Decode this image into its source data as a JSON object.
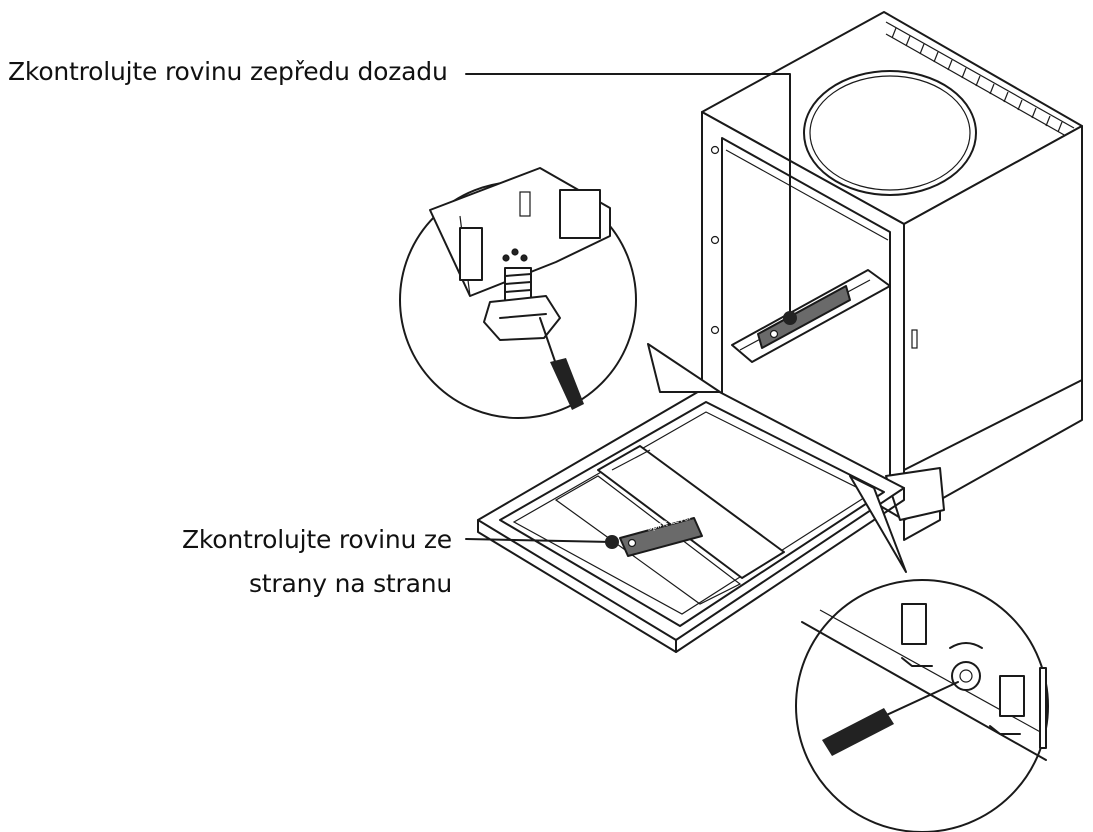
{
  "annotations": {
    "front_to_back": "Zkontrolujte rovinu zepředu dozadu",
    "side_to_side_line1": "Zkontrolujte rovinu ze",
    "side_to_side_line2": "strany na stranu"
  },
  "spirit_level_text": "Spirit Level"
}
